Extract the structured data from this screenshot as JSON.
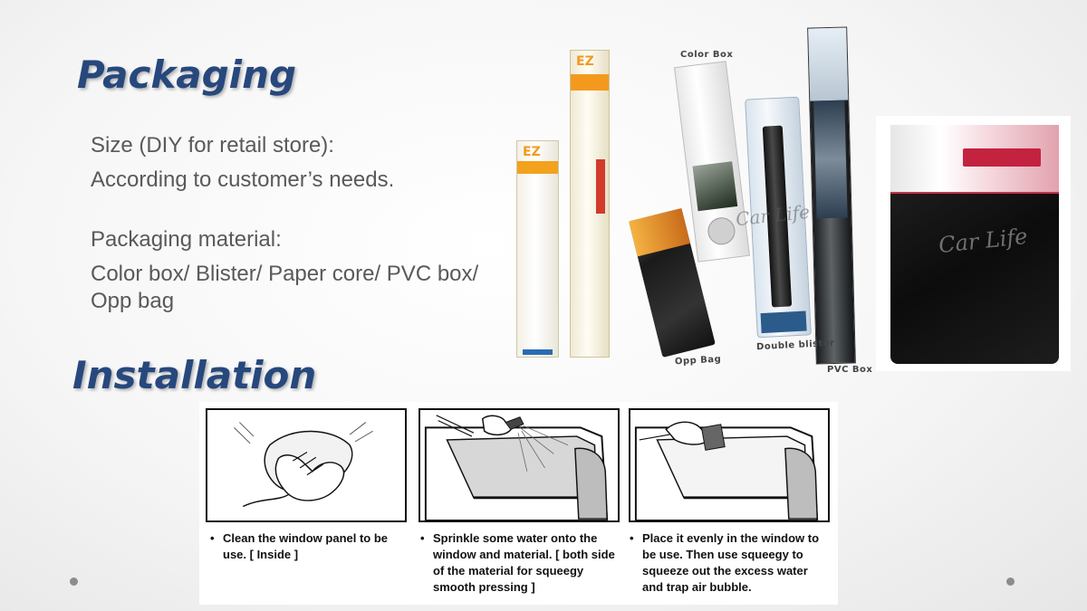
{
  "packaging": {
    "title": "Packaging",
    "size_heading": "Size (DIY for retail store):",
    "size_value": "According to customer’s needs.",
    "material_heading": "Packaging material:",
    "material_value": "Color box/ Blister/ Paper core/ PVC box/ Opp bag"
  },
  "installation": {
    "title": "Installation",
    "steps": [
      {
        "text": "Clean the window panel to be use. [ Inside ]"
      },
      {
        "text": "Sprinkle some water onto the window and material. [ both side of the material for squeegy smooth pressing ]"
      },
      {
        "text": "Place it evenly in the window to be use. Then use squeegy to squeeze out the excess water and trap air bubble."
      }
    ]
  },
  "product_labels": {
    "color_box": "Color Box",
    "opp_bag": "Opp Bag",
    "double_blister": "Double blister",
    "pvc_box": "PVC Box",
    "box_brand": "EZ",
    "watermark": "Car Life"
  },
  "colors": {
    "title": "#27487d",
    "body_text": "#595959"
  }
}
